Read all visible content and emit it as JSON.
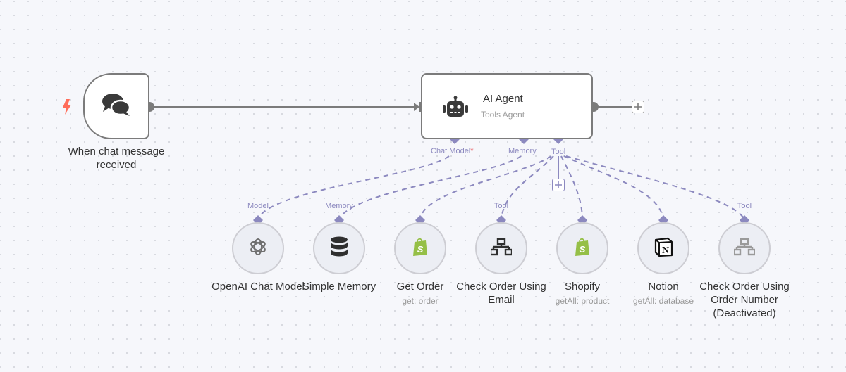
{
  "trigger": {
    "label_line1": "When chat message",
    "label_line2": "received",
    "icon": "chat-bubbles-icon",
    "badge_icon": "lightning-bolt-icon"
  },
  "agent": {
    "title": "AI Agent",
    "subtitle": "Tools Agent",
    "icon": "robot-icon",
    "ports": {
      "chat_model": "Chat Model",
      "chat_model_required": "*",
      "memory": "Memory",
      "tool": "Tool"
    }
  },
  "sub_nodes": [
    {
      "name": "OpenAI Chat Model",
      "port": "Model",
      "caption": "",
      "icon": "openai-icon"
    },
    {
      "name": "Simple Memory",
      "port": "Memory",
      "caption": "",
      "icon": "database-icon"
    },
    {
      "name": "Get Order",
      "port": "",
      "caption": "get: order",
      "icon": "shopify-icon"
    },
    {
      "name_line1": "Check Order Using",
      "name_line2": "Email",
      "port": "Tool",
      "caption": "",
      "icon": "network-icon"
    },
    {
      "name": "Shopify",
      "port": "",
      "caption": "getAll: product",
      "icon": "shopify-icon"
    },
    {
      "name": "Notion",
      "port": "",
      "caption": "getAll: database",
      "icon": "notion-icon"
    },
    {
      "name_line1": "Check Order Using",
      "name_line2": "Order Number",
      "name_line3": "(Deactivated)",
      "port": "Tool",
      "caption": "",
      "icon": "network-icon",
      "deactivated": true
    }
  ],
  "colors": {
    "connector": "#8c89bf",
    "node_border": "#7b7b7b",
    "trigger_bolt": "#ff6d5a",
    "shopify_green": "#95bf47",
    "required_star": "#e5484d"
  }
}
